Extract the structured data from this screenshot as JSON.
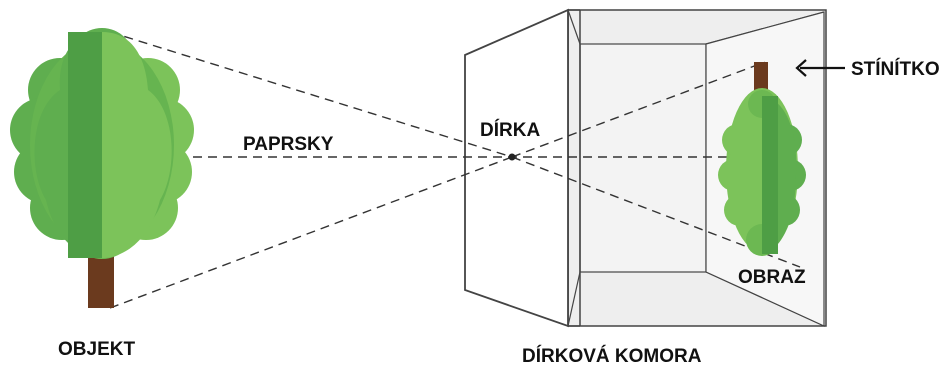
{
  "labels": {
    "objekt": "OBJEKT",
    "paprsky": "PAPRSKY",
    "dirka": "DÍRKA",
    "stinitko": "STÍNÍTKO",
    "obraz": "OBRAZ",
    "dirkova_komora": "DÍRKOVÁ KOMORA"
  },
  "colors": {
    "foliage_dark": "#4e9e45",
    "foliage_mid": "#5fae4f",
    "foliage_light": "#7cc35a",
    "trunk": "#6b3a1e",
    "camera_inner": "#eeeeee",
    "line": "#333333"
  }
}
